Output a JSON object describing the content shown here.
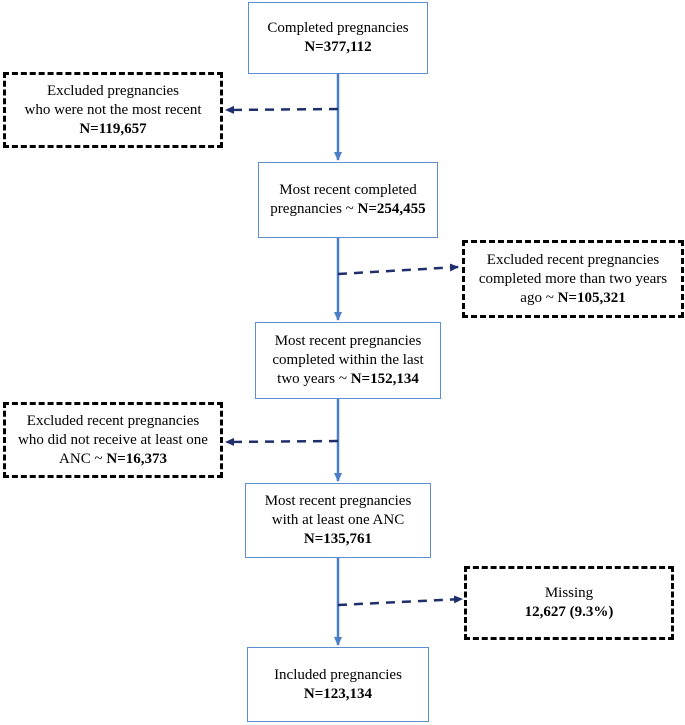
{
  "boxes": {
    "completed": {
      "line1": "Completed pregnancies",
      "n": "N=377,112"
    },
    "excluded_not_recent": {
      "line1": "Excluded pregnancies",
      "line2": "who were not the most recent",
      "n": "N=119,657"
    },
    "most_recent": {
      "line1": "Most recent completed",
      "line2": "pregnancies ~ ",
      "n": "N=254,455"
    },
    "excluded_two_years": {
      "line1": "Excluded recent pregnancies",
      "line2": "completed more than two years",
      "line3": "ago ~ ",
      "n": "N=105,321"
    },
    "within_two_years": {
      "line1": "Most recent pregnancies",
      "line2": "completed within the last",
      "line3": "two years ~ ",
      "n": "N=152,134"
    },
    "excluded_no_anc": {
      "line1": "Excluded recent pregnancies",
      "line2": "who did not receive at least one",
      "line3": "ANC ~ ",
      "n": "N=16,373"
    },
    "with_anc": {
      "line1": "Most recent pregnancies",
      "line2": "with at least one ANC",
      "n": "N=135,761"
    },
    "missing": {
      "line1": "Missing",
      "n": "12,627 (9.3%)"
    },
    "included": {
      "line1": "Included pregnancies",
      "n": "N=123,134"
    }
  },
  "colors": {
    "main_flow": "#4a7fc7",
    "exclusion_flow": "#1f2f6b",
    "box_border": "#5b8fcf"
  }
}
